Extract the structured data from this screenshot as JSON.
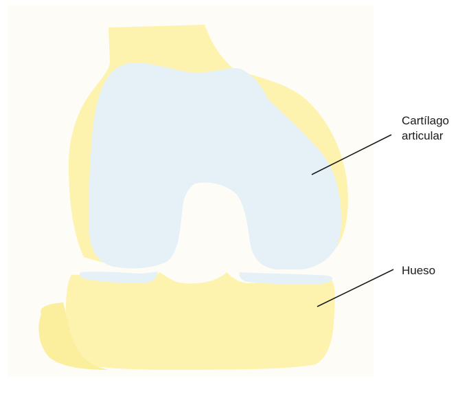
{
  "labels": {
    "cartilage_line1": "Cartílago",
    "cartilage_line2": "articular",
    "bone": "Hueso"
  },
  "colors": {
    "background": "#ffffff",
    "panel": "#fdfcf6",
    "bone": "#fdf3ae",
    "bone_shadow": "#fbee9c",
    "cartilage": "#e6f1f7",
    "leader_line": "#1a1a1a"
  }
}
